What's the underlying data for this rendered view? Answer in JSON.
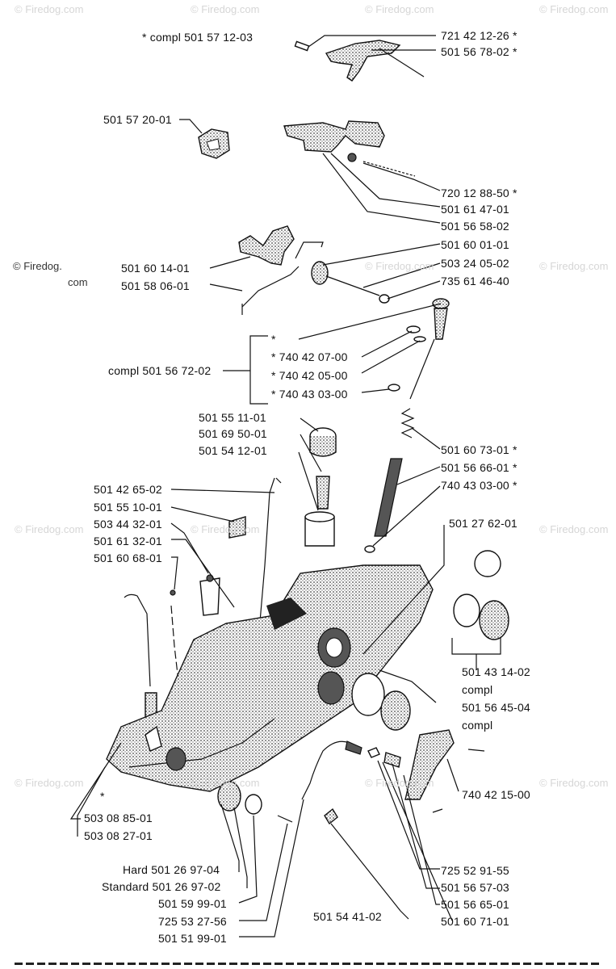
{
  "watermarks": {
    "corner": "© Firedog.com",
    "side_line1": "© Firedog.",
    "side_line2": "com"
  },
  "parts": {
    "compl_top": "*  compl 501 57 12-03",
    "p721_42_12_26": "721 42 12-26  *",
    "p501_56_78_02": "501 56 78-02  *",
    "p501_57_20_01": "501 57 20-01",
    "p720_12_88_50": "720 12 88-50  *",
    "p501_61_47_01": "501 61 47-01",
    "p501_56_58_02": "501 56 58-02",
    "p501_60_01_01": "501 60 01-01",
    "p503_24_05_02": "503 24 05-02",
    "p735_61_46_40": "735 61 46-40",
    "p501_60_14_01": "501 60 14-01",
    "p501_58_06_01": "501 58 06-01",
    "star_only": "*",
    "p740_42_07_00": "*  740 42 07-00",
    "p740_42_05_00": "*  740 42 05-00",
    "p740_43_03_00_a": "*  740 43 03-00",
    "compl_mid": "compl 501 56 72-02",
    "p501_55_11_01": "501 55 11-01",
    "p501_69_50_01": "501 69 50-01",
    "p501_54_12_01": "501 54 12-01",
    "p501_60_73_01": "501 60 73-01  *",
    "p501_56_66_01": "501 56 66-01  *",
    "p740_43_03_00_b": "740 43 03-00  *",
    "p501_42_65_02": "501 42 65-02",
    "p501_55_10_01": "501 55 10-01",
    "p503_44_32_01": "503 44 32-01",
    "p501_61_32_01": "501 61 32-01",
    "p501_60_68_01": "501 60 68-01",
    "p501_27_62_01": "501 27 62-01",
    "p501_43_14_02": "501 43 14-02",
    "compl_a": "compl",
    "p501_56_45_04": "501 56 45-04",
    "compl_b": "compl",
    "star_left": "*",
    "p503_08_85_01": "503 08 85-01",
    "p503_08_27_01": "503 08 27-01",
    "p740_42_15_00": "740 42 15-00",
    "hard": "Hard 501 26 97-04",
    "standard": "Standard 501 26 97-02",
    "p501_59_99_01": "501 59 99-01",
    "p725_53_27_56": "725 53 27-56",
    "p501_51_99_01": "501 51 99-01",
    "p501_54_41_02": "501 54 41-02",
    "p725_52_91_55": "725 52 91-55",
    "p501_56_57_03": "501 56 57-03",
    "p501_56_65_01": "501 56 65-01",
    "p501_60_71_01": "501 60 71-01"
  }
}
